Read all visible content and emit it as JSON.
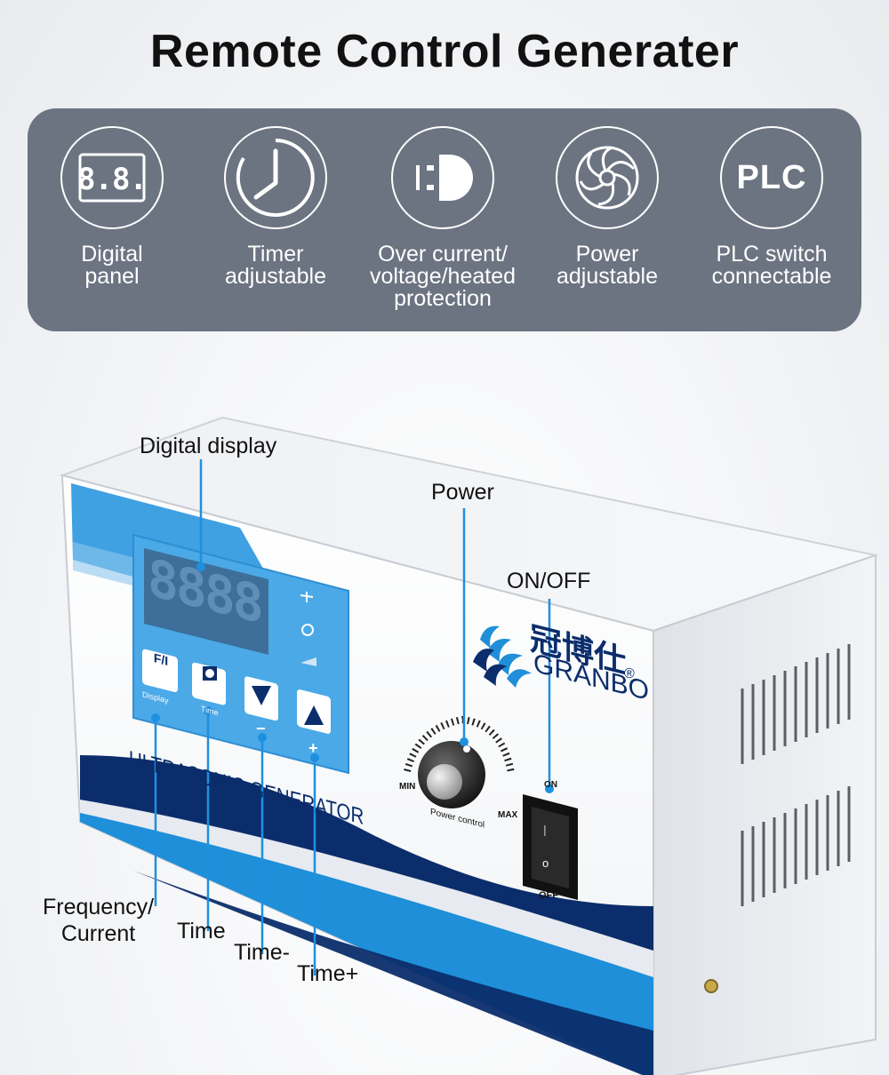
{
  "title": "Remote Control Generater",
  "features": [
    {
      "icon": "digital-panel-icon",
      "label": "Digital panel",
      "display": "8.8."
    },
    {
      "icon": "clock-icon",
      "label": "Timer adjustable"
    },
    {
      "icon": "plug-icon",
      "label": "Over current/ voltage/heated protection"
    },
    {
      "icon": "fan-icon",
      "label": "Power adjustable"
    },
    {
      "icon": "plc-icon",
      "label": "PLC switch connectable",
      "icon_text": "PLC"
    }
  ],
  "device": {
    "display_digits": "8888",
    "brand_cn": "冠博仕",
    "brand_en": "GRANBO",
    "product_label": "ULTRASONIC GENERATOR",
    "buttons": {
      "fi": "F/I",
      "fi_caption": "Display",
      "time_caption": "Time",
      "minus": "−",
      "plus": "+"
    },
    "knob": {
      "min": "MIN",
      "max": "MAX",
      "caption": "Power control"
    },
    "switch": {
      "on": "ON",
      "off": "OFF",
      "dash": "—",
      "o": "o"
    },
    "registered": "®"
  },
  "callouts": {
    "digital_display": "Digital display",
    "power": "Power",
    "on_off": "ON/OFF",
    "frequency_line1": "Frequency/",
    "frequency_line2": "Current",
    "time": "Time",
    "time_minus": "Time-",
    "time_plus": "Time+"
  },
  "colors": {
    "band": "#6c7482",
    "brand_blue": "#1e8fd8",
    "navy": "#0b2d6b",
    "callout_line": "#1e90e0"
  }
}
